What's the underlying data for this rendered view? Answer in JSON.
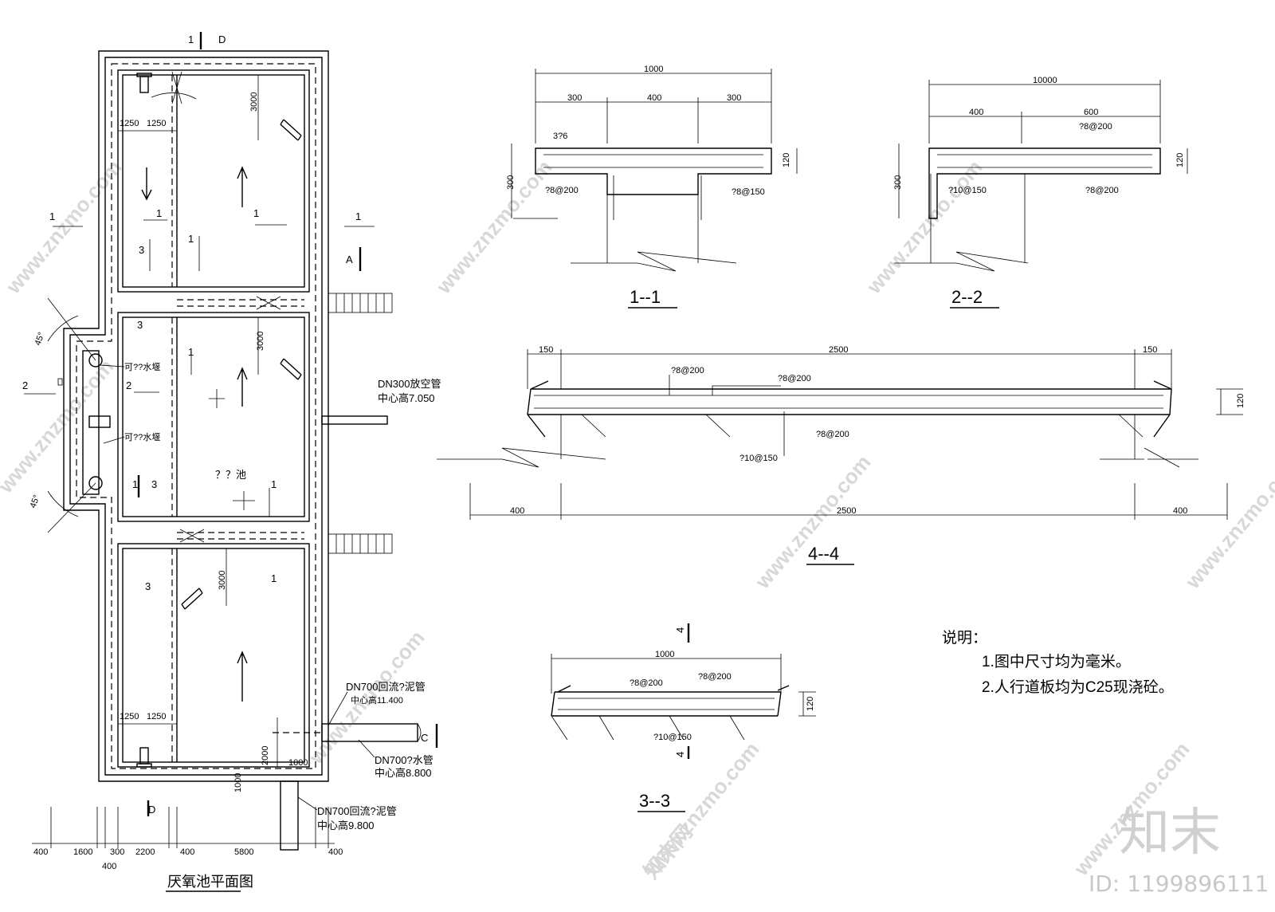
{
  "plan": {
    "title": "厌氧池平面图",
    "center_label": "？？池",
    "dims_top": [
      "1250",
      "1250"
    ],
    "dims_bottom_room": [
      "1250",
      "1250"
    ],
    "dim_3000": "3000",
    "dim_2000": "2000",
    "dim_1000": "1000",
    "bottom_dims": [
      "400",
      "1600",
      "300",
      "2200",
      "400",
      "5800",
      "400"
    ],
    "bottom_dim_sub": "400",
    "angle": "45°",
    "weir_1": "可??水堰",
    "weir_2": "可??水堰",
    "pipe_dn300": "DN300放空管",
    "pipe_dn300_h": "中心高7.050",
    "pipe_dn700_a": "DN700回流?泥管",
    "pipe_dn700_a_h": "中心高11.400",
    "pipe_dn700_b": "DN700?水管",
    "pipe_dn700_b_h": "中心高8.800",
    "pipe_dn700_c": "DN700回流?泥管",
    "pipe_dn700_c_h": "中心高9.800",
    "markers": {
      "one": "1",
      "two": "2",
      "three": "3",
      "A": "A",
      "C": "C",
      "D": "D"
    }
  },
  "section_1": {
    "title": "1--1",
    "dim_total": "1000",
    "dims": [
      "300",
      "400",
      "300"
    ],
    "height": "300",
    "thickness": "120",
    "rebar_top": "3?6",
    "rebar_a": "?8@200",
    "rebar_b": "?8@150"
  },
  "section_2": {
    "title": "2--2",
    "dim_total": "10000",
    "dims": [
      "400",
      "600"
    ],
    "height": "300",
    "thickness": "120",
    "rebar_top": "?8@200",
    "rebar_a": "?10@150",
    "rebar_b": "?8@200"
  },
  "section_4": {
    "title": "4--4",
    "dims_top": [
      "150",
      "2500",
      "150"
    ],
    "dims_bottom": [
      "400",
      "2500",
      "400"
    ],
    "thickness": "120",
    "rebar_1": "?8@200",
    "rebar_2": "?8@200",
    "rebar_3": "?8@200",
    "rebar_4": "?10@150"
  },
  "section_3": {
    "title": "3--3",
    "dim_total": "1000",
    "thickness": "120",
    "rebar_1": "?8@200",
    "rebar_2": "?8@200",
    "rebar_3": "?10@150",
    "marker": "4"
  },
  "notes": {
    "heading": "说明：",
    "items": [
      "1.图中尺寸均为毫米。",
      "2.人行道板均为C25现浇砼。"
    ]
  },
  "watermark": {
    "text": "www.znzmo.com",
    "brand_cn": "知末网",
    "logo": "知末",
    "id": "ID: 1199896111"
  }
}
